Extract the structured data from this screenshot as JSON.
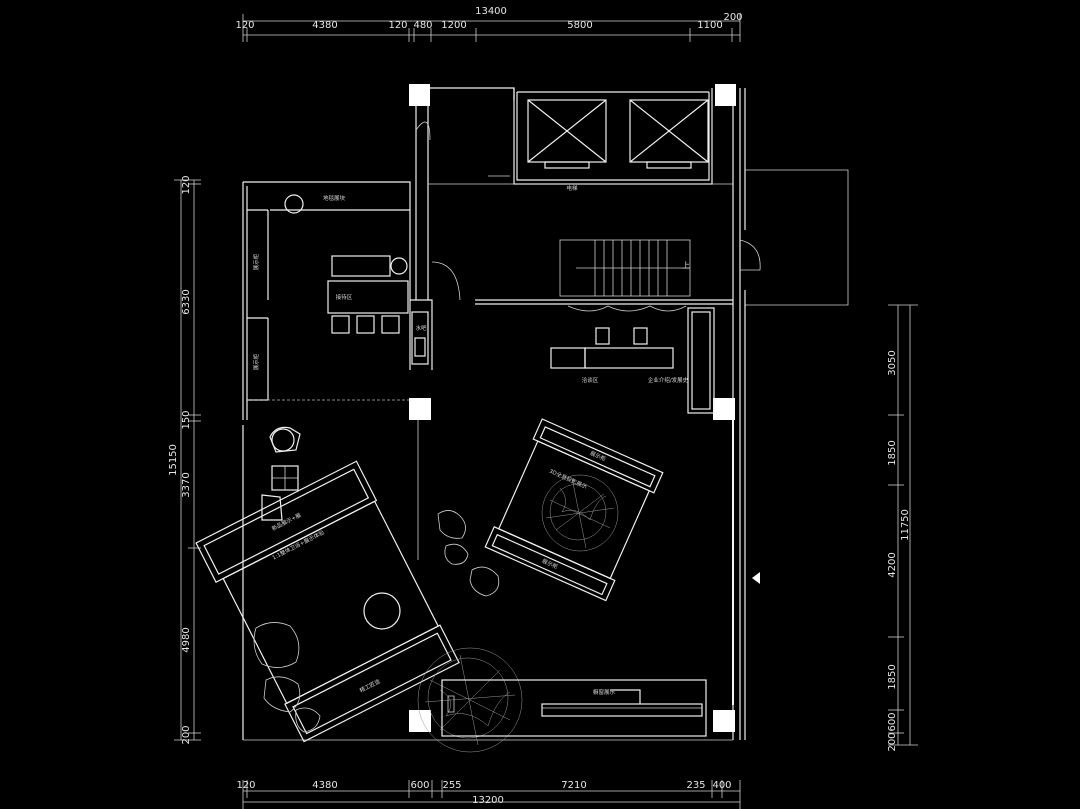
{
  "dimensions": {
    "top_total": "13400",
    "top_segments": [
      "120",
      "4380",
      "120",
      "480",
      "1200",
      "5800",
      "1100",
      "200"
    ],
    "bottom_total": "13200",
    "bottom_segments": [
      "120",
      "4380",
      "600",
      "255",
      "7210",
      "235",
      "400"
    ],
    "left_total": "15150",
    "left_segments": [
      "120",
      "6330",
      "150",
      "3370",
      "4980",
      "200"
    ],
    "right_total": "11750",
    "right_segments": [
      "3050",
      "1850",
      "4200",
      "1850",
      "600",
      "200"
    ]
  },
  "rooms": {
    "top_left_label": "地毯展块",
    "left_wall_label_1": "展示柜",
    "left_wall_label_2": "展示柜",
    "reception": "接待区",
    "small_cabinet": "水吧",
    "elevator_label": "电梯",
    "sign_label": "上",
    "lounge": "洽谈区",
    "company_intro": "企业介绍/发展史",
    "angled_left_top": "新品展示+展",
    "angled_left_bottom": "1:1整体卫浴+展示体验",
    "angled_right_top": "展示柜",
    "angled_right_mid": "3D全息投影展示",
    "angled_right_bottom": "展示柜",
    "craft_area": "精工匠造",
    "window_display": "橱窗展示"
  }
}
